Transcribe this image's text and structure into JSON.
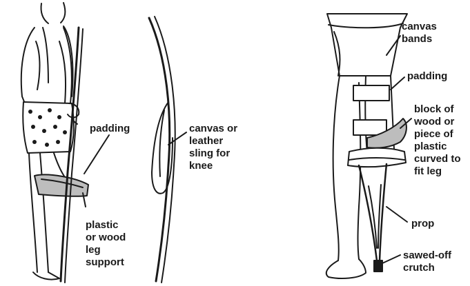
{
  "labels": {
    "padding_left": [
      "padding"
    ],
    "plastic_support": [
      "plastic",
      "or wood",
      "leg",
      "support"
    ],
    "canvas_sling": [
      "canvas or",
      "leather",
      "sling for",
      "knee"
    ],
    "canvas_bands": [
      "canvas",
      "bands"
    ],
    "padding_right": [
      "padding"
    ],
    "block_of_wood": [
      "block of",
      "wood or",
      "piece of",
      "plastic",
      "curved to",
      "fit leg"
    ],
    "prop": [
      "prop"
    ],
    "sawed_off_crutch": [
      "sawed-off",
      "crutch"
    ]
  },
  "colors": {
    "ink": "#1a1a1a",
    "paper": "#ffffff",
    "shade": "#bdbdbd"
  }
}
